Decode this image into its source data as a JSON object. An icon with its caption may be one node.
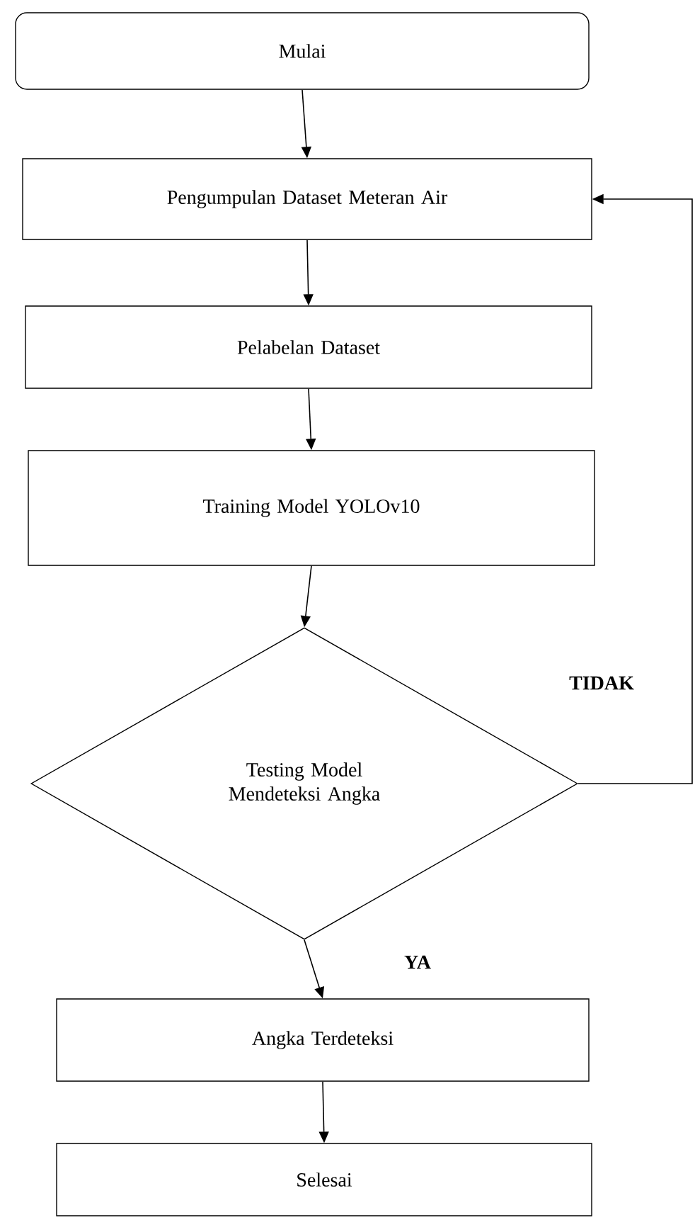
{
  "diagram": {
    "nodes": [
      {
        "text": [
          "Mulai"
        ]
      },
      {
        "text": [
          "Pengumpulan Dataset Meteran Air"
        ]
      },
      {
        "text": [
          "Pelabelan Dataset"
        ]
      },
      {
        "text": [
          "Training Model YOLOv10"
        ]
      },
      {
        "text": [
          "Testing Model Mendeteksi Angka"
        ]
      },
      {
        "text": [
          "Angka Terdeteksi"
        ]
      },
      {
        "text": [
          "Selesai"
        ]
      }
    ],
    "edges": [
      {
        "from": 0,
        "to": 1,
        "arrow": "to"
      },
      {
        "from": 1,
        "to": 2,
        "arrow": "to"
      },
      {
        "from": 2,
        "to": 3,
        "arrow": "to"
      },
      {
        "from": 3,
        "to": 4,
        "arrow": "to"
      },
      {
        "from": 4,
        "to": 5,
        "arrow": "to",
        "label": "YA"
      },
      {
        "from": 5,
        "to": 6,
        "arrow": "to"
      },
      {
        "from": 4,
        "to": 1,
        "arrow": "to",
        "label": "TIDAK"
      }
    ]
  }
}
